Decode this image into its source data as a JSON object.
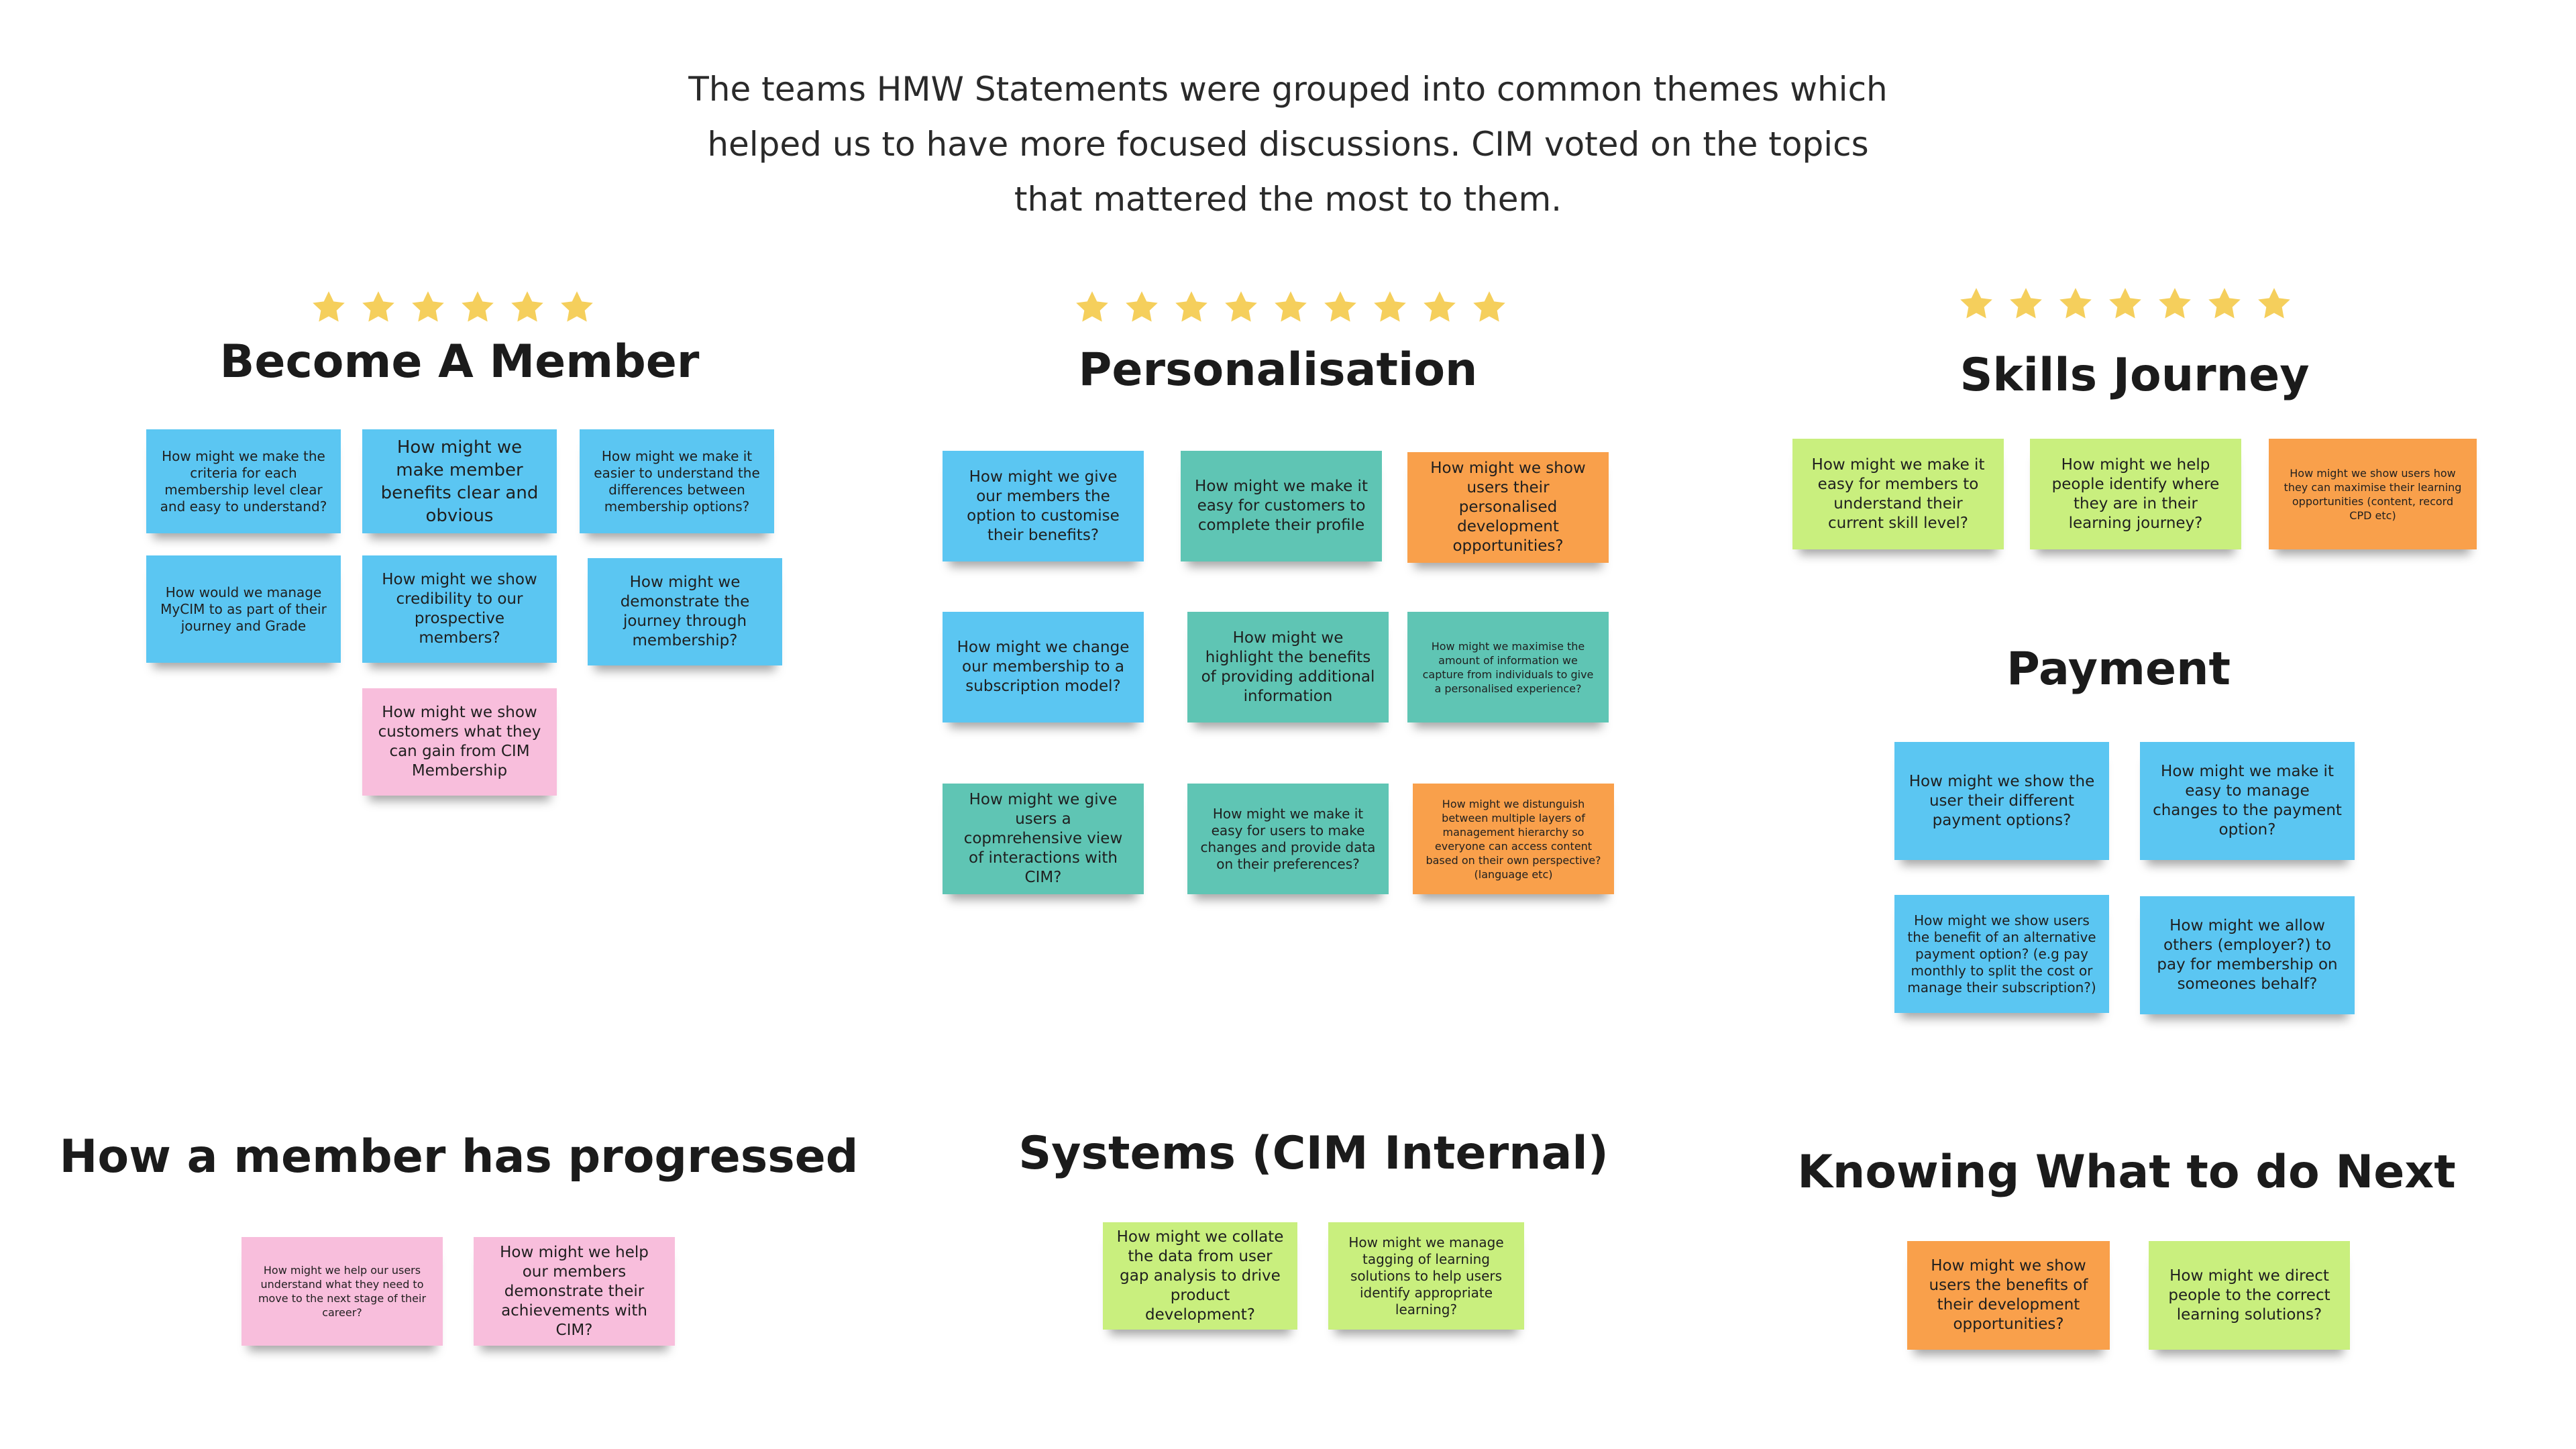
{
  "intro": "The teams HMW Statements were grouped into common themes which helped us to have more focused discussions. CIM voted on the topics that mattered the most to them.",
  "colors": {
    "blue": "#5bc6f2",
    "teal": "#5fc5b4",
    "orange": "#f9a04b",
    "green": "#c9ef7e",
    "pink": "#f8bedc",
    "star": "#f5cf5c"
  },
  "themes": [
    {
      "id": "become-a-member",
      "title": "Become A Member",
      "votes": 6,
      "notes": [
        {
          "text": "How might we make the criteria for each membership level clear and easy to understand?",
          "color": "blue"
        },
        {
          "text": "How might we make member benefits clear and obvious",
          "color": "blue"
        },
        {
          "text": "How might we make it easier to understand the differences between membership options?",
          "color": "blue"
        },
        {
          "text": "How would we manage MyCIM to as part of their journey and Grade",
          "color": "blue"
        },
        {
          "text": "How might we show credibility to our prospective members?",
          "color": "blue"
        },
        {
          "text": "How might we demonstrate the journey through membership?",
          "color": "blue"
        },
        {
          "text": "How might we show customers what they can gain from CIM Membership",
          "color": "pink"
        }
      ]
    },
    {
      "id": "personalisation",
      "title": "Personalisation",
      "votes": 9,
      "notes": [
        {
          "text": "How might we give our members the option to customise their benefits?",
          "color": "blue"
        },
        {
          "text": "How might we make it easy for customers to complete their profile",
          "color": "teal"
        },
        {
          "text": "How might we show users their personalised development opportunities?",
          "color": "orange"
        },
        {
          "text": "How might we change our membership to a subscription model?",
          "color": "blue"
        },
        {
          "text": "How might we highlight the benefits of providing additional information",
          "color": "teal"
        },
        {
          "text": "How might we maximise the amount of information we capture from individuals to give a personalised experience?",
          "color": "teal"
        },
        {
          "text": "How might we give users a copmrehensive view of interactions with CIM?",
          "color": "teal"
        },
        {
          "text": "How might we make it easy for users to make changes and provide data on their preferences?",
          "color": "teal"
        },
        {
          "text": "How might we distunguish between multiple layers of management hierarchy so everyone can access content based on their own perspective? (language etc)",
          "color": "orange"
        }
      ]
    },
    {
      "id": "skills-journey",
      "title": "Skills Journey",
      "votes": 7,
      "notes": [
        {
          "text": "How might we make it easy for members to understand their current skill level?",
          "color": "green"
        },
        {
          "text": "How might we help people identify where they are in their learning journey?",
          "color": "green"
        },
        {
          "text": "How might we show users how they can maximise their learning opportunities (content, record CPD etc)",
          "color": "orange"
        }
      ]
    },
    {
      "id": "payment",
      "title": "Payment",
      "notes": [
        {
          "text": "How might we show the user their different payment options?",
          "color": "blue"
        },
        {
          "text": "How might we make it easy to manage changes to the payment option?",
          "color": "blue"
        },
        {
          "text": "How might we show users the benefit of an alternative payment option? (e.g pay monthly to split the cost or manage their subscription?)",
          "color": "blue"
        },
        {
          "text": "How might we allow others (employer?) to pay for membership on someones behalf?",
          "color": "blue"
        }
      ]
    },
    {
      "id": "how-a-member-has-progressed",
      "title": "How a member has progressed",
      "notes": [
        {
          "text": "How might we help our users understand what they need to move to the next stage of their career?",
          "color": "pink"
        },
        {
          "text": "How might we help our members demonstrate their achievements with CIM?",
          "color": "pink"
        }
      ]
    },
    {
      "id": "systems",
      "title": "Systems (CIM Internal)",
      "notes": [
        {
          "text": "How might we collate the data from user gap analysis to drive product development?",
          "color": "green"
        },
        {
          "text": "How might we manage tagging of learning solutions to help users identify appropriate learning?",
          "color": "green"
        }
      ]
    },
    {
      "id": "knowing-what-to-do-next",
      "title": "Knowing What to do Next",
      "notes": [
        {
          "text": "How might we show users the benefits of their development opportunities?",
          "color": "orange"
        },
        {
          "text": "How might we direct people to the correct learning solutions?",
          "color": "green"
        }
      ]
    }
  ]
}
